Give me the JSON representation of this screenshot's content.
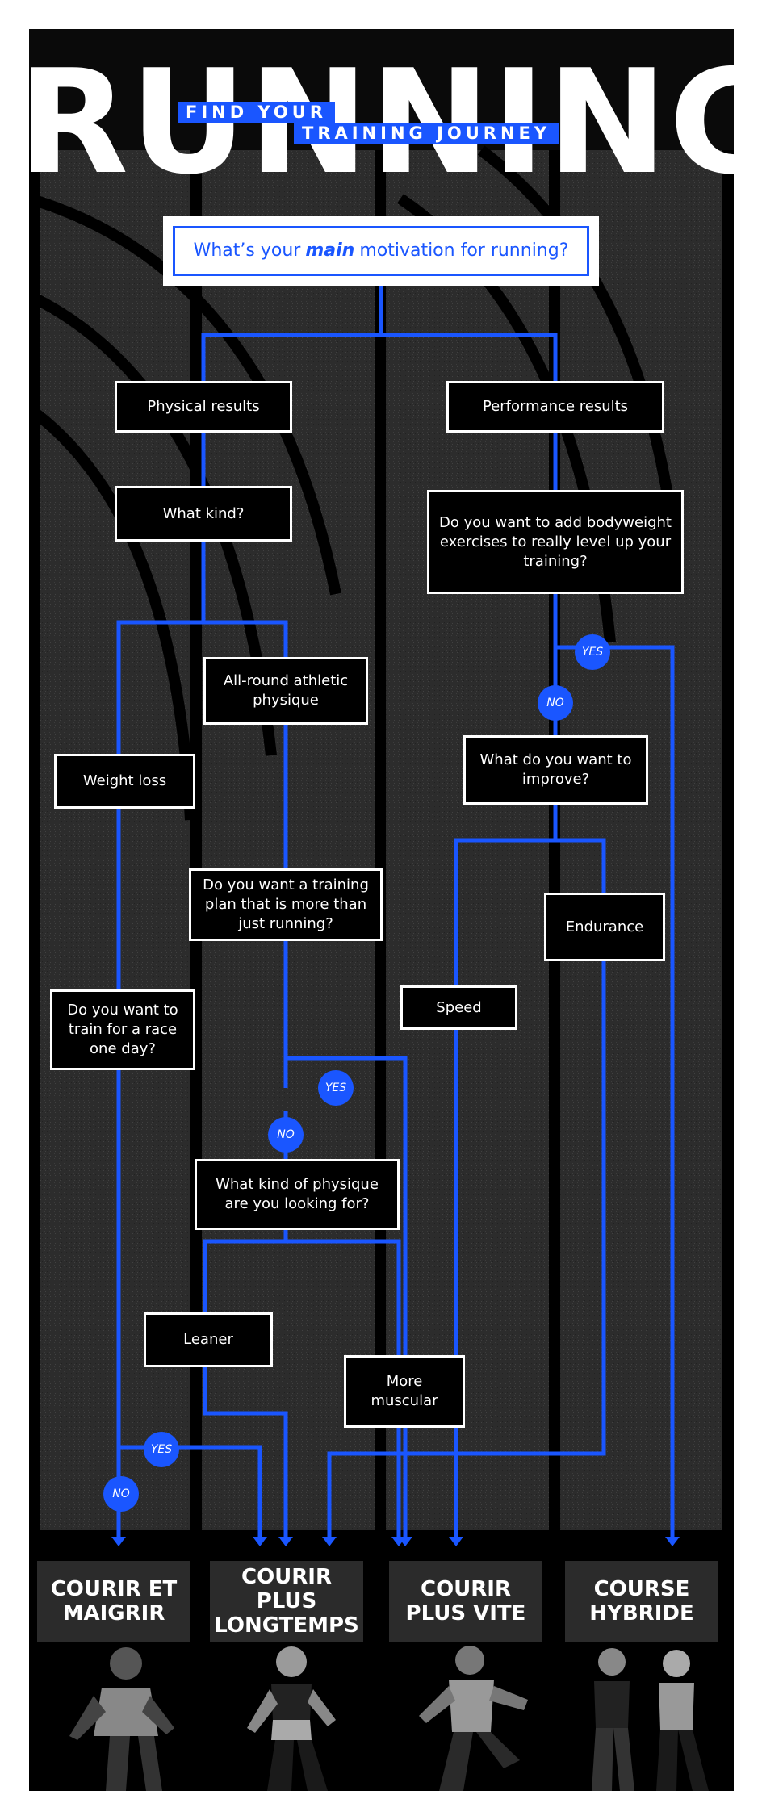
{
  "poster": {
    "title": "RUNNING",
    "tagline_line1": "FIND YOUR",
    "tagline_line2": "TRAINING JOURNEY",
    "accent_color": "#1a56ff",
    "background_color": "#0a0a0a"
  },
  "question": {
    "prefix": "What’s your",
    "emphasis": "main",
    "suffix": "motivation for running?"
  },
  "nodes": {
    "physical_results": "Physical results",
    "performance_results": "Performance results",
    "what_kind": "What kind?",
    "bodyweight_question": "Do you want to add bodyweight exercises to really level up your training?",
    "all_round": "All-round athletic physique",
    "weight_loss": "Weight loss",
    "what_improve": "What do you want to improve?",
    "training_plan_question": "Do you want a training plan that is more than just running?",
    "endurance": "Endurance",
    "speed": "Speed",
    "race_question": "Do you want to train for a race one day?",
    "physique_question": "What kind of physique are you looking for?",
    "leaner": "Leaner",
    "more_muscular": "More muscular"
  },
  "answers": {
    "yes": "YES",
    "no": "NO"
  },
  "outcomes": [
    {
      "label": "COURIR ET MAIGRIR"
    },
    {
      "label": "COURIR PLUS LONGTEMPS"
    },
    {
      "label": "COURIR PLUS VITE"
    },
    {
      "label": "COURSE HYBRIDE"
    }
  ]
}
